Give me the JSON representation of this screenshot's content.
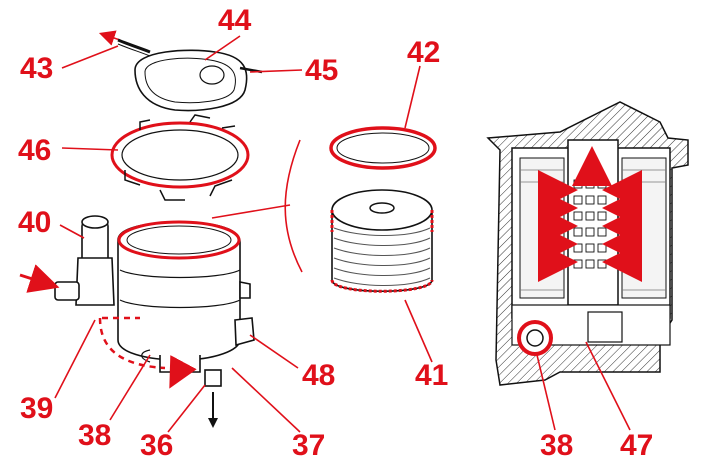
{
  "labels": {
    "l36": "36",
    "l37": "37",
    "l38a": "38",
    "l38b": "38",
    "l39": "39",
    "l40": "40",
    "l41": "41",
    "l42": "42",
    "l43": "43",
    "l44": "44",
    "l45": "45",
    "l46": "46",
    "l47": "47",
    "l48": "48"
  },
  "colors": {
    "accent": "#e0101a",
    "line": "#111111",
    "background": "#ffffff"
  }
}
